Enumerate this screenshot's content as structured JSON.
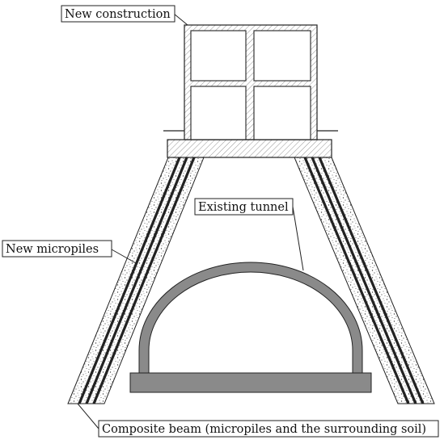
{
  "labels": {
    "new_construction": "New construction",
    "existing_tunnel": "Existing tunnel",
    "new_micropiles": "New micropiles",
    "composite_beam": "Composite beam (micropiles and the surrounding soil)"
  },
  "colors": {
    "line": "#222222",
    "tunnel_fill": "#8a8a8a",
    "soil_dot": "#444444",
    "background": "#ffffff"
  }
}
